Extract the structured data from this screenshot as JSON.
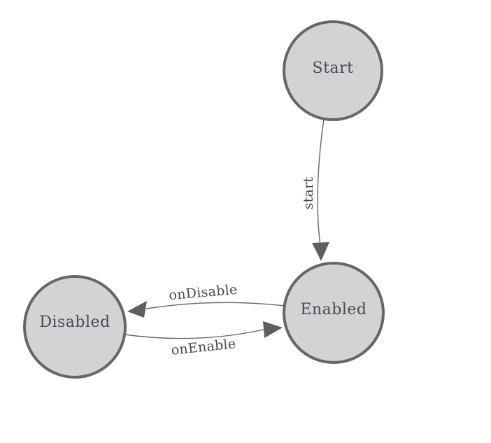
{
  "diagram_type": "state-machine",
  "colors": {
    "canvas_bg": "#ffffff",
    "node_fill": "#d3d3d3",
    "node_stroke": "#666666",
    "edge_stroke": "#666666",
    "arrow_fill": "#5b5e63",
    "label_text": "#474b52"
  },
  "nodes": {
    "start": {
      "label": "Start"
    },
    "enabled": {
      "label": "Enabled"
    },
    "disabled": {
      "label": "Disabled"
    }
  },
  "edges": {
    "start_to_enabled": {
      "from": "Start",
      "to": "Enabled",
      "label": "start"
    },
    "enabled_to_disabled": {
      "from": "Enabled",
      "to": "Disabled",
      "label": "onDisable"
    },
    "disabled_to_enabled": {
      "from": "Disabled",
      "to": "Enabled",
      "label": "onEnable"
    }
  }
}
